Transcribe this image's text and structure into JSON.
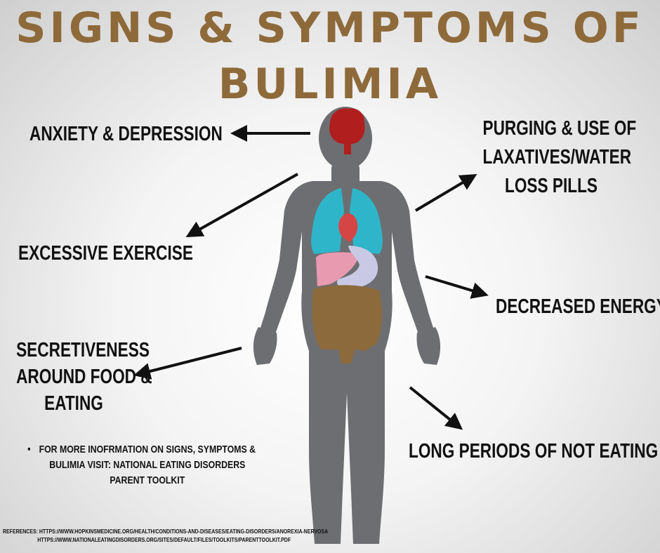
{
  "title": {
    "line1": "SIGNS & SYMPTOMS OF",
    "line2": "BULIMIA"
  },
  "symptoms": {
    "anxiety": "ANXIETY & DEPRESSION",
    "purging_1": "PURGING & USE OF",
    "purging_2": "LAXATIVES/WATER",
    "purging_3": "LOSS PILLS",
    "exercise": "EXCESSIVE EXERCISE",
    "energy": "DECREASED ENERGY",
    "secret_1": "SECRETIVENESS",
    "secret_2": "AROUND FOOD &",
    "secret_3": "EATING",
    "not_eating": "LONG PERIODS OF NOT EATING"
  },
  "note": {
    "bullet": "•",
    "text": "FOR MORE INOFRMATION ON SIGNS, SYMPTOMS & BULIMIA VISIT: NATIONAL EATING DISORDERS PARENT TOOLKIT"
  },
  "references": {
    "line1": "REFERENCES: HTTPS://WWW.HOPKINSMEDICINE.ORG/HEALTH/CONDITIONS-AND-DISEASES/EATING-DISORDERS/ANOREXIA-NERVOSA",
    "line2": "HTTPS://WWW.NATIONALEATINGDISORDERS.ORG/SITES/DEFAULT/FILES/TOOLKITS/PARENTTOOLKIT.PDF"
  },
  "colors": {
    "title": "#8e6a3a",
    "body": "#6d6e71",
    "brain": "#b01e1e",
    "lungs": "#2fb5c9",
    "heart": "#d64545",
    "liver": "#e89ab0",
    "stomach": "#c9c9e6",
    "intestines": "#8c6a3c",
    "arrow": "#111111"
  }
}
